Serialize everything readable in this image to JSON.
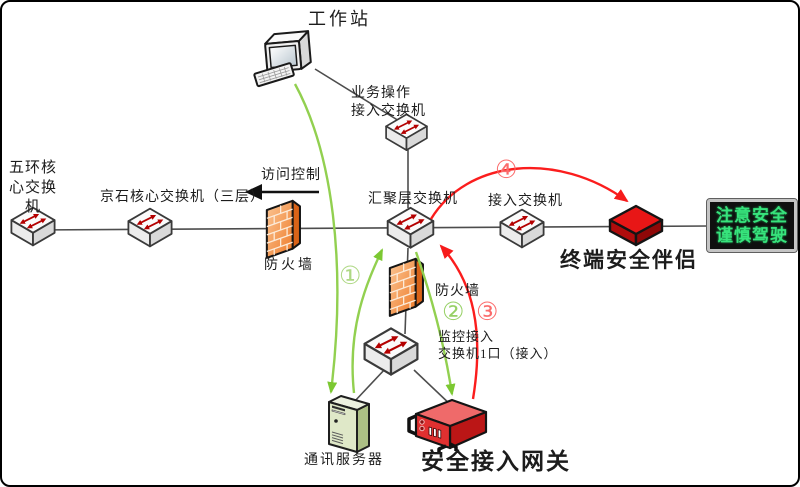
{
  "diagram": {
    "nodes": {
      "workstation": {
        "label": "工作站"
      },
      "wuhuan_core_switch": {
        "label": "五环核\n心交换\n机"
      },
      "jingshi_core_switch": {
        "label": "京石核心交换机（三层）"
      },
      "business_access_switch": {
        "label": "业务操作\n接入交换机"
      },
      "aggregation_switch": {
        "label": "汇聚层交换机"
      },
      "access_switch": {
        "label": "接入交换机"
      },
      "monitor_access_switch": {
        "label": "监控接入\n交换机1口（接入）"
      },
      "firewall_core": {
        "label": "防火墙"
      },
      "firewall_monitor": {
        "label": "防火墙"
      },
      "terminal_companion": {
        "label": "终端安全伴侣"
      },
      "led_sign": {
        "lines": [
          "注意安全",
          "谨慎驾驶"
        ]
      },
      "comm_server": {
        "label": "通讯服务器"
      },
      "security_gateway": {
        "label": "安全接入网关"
      }
    },
    "annotations": {
      "access_control": {
        "label": "访问控制"
      },
      "flow_markers": [
        {
          "label": "①",
          "color": "#aed884"
        },
        {
          "label": "②",
          "color": "#96d065"
        },
        {
          "label": "③",
          "color": "#fb6b6b"
        },
        {
          "label": "④",
          "color": "#fb6b6b"
        }
      ]
    },
    "colors": {
      "green_flow": "#92d050",
      "red_flow": "#fb1d1d",
      "link_line": "#4d4d4d",
      "firewall_orange": "#ee7a28",
      "server_green": "#dfe8c8",
      "device_red": "#e03030",
      "led_text_green": "#37e37c",
      "led_background": "#0f0f0f"
    }
  }
}
